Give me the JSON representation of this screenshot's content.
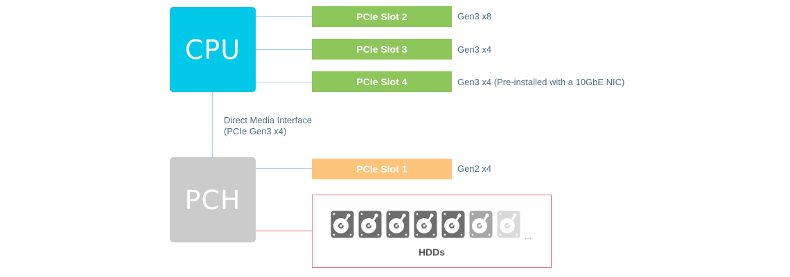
{
  "cpu": {
    "label": "CPU",
    "color": "#00c8e9"
  },
  "pch": {
    "label": "PCH",
    "color": "#cbcbcb"
  },
  "dmi": {
    "line1": "Direct Media Interface",
    "line2": "(PCIe Gen3 x4)"
  },
  "slots": [
    {
      "label": "PCIe Slot 2",
      "spec": "Gen3 x8",
      "color": "#8dc65b"
    },
    {
      "label": "PCIe Slot 3",
      "spec": "Gen3 x4",
      "color": "#8dc65b"
    },
    {
      "label": "PCIe Slot 4",
      "spec": "Gen3 x4 (Pre-installed with a 10GbE NIC)",
      "color": "#8dc65b"
    },
    {
      "label": "PCIe Slot 1",
      "spec": "Gen2 x4",
      "color": "#ffc47b"
    }
  ],
  "hdds": {
    "label": "HDDs",
    "ellipsis": "...",
    "count": 7,
    "colors": [
      "#6e6e6e",
      "#6e6e6e",
      "#6e6e6e",
      "#6e6e6e",
      "#6e6e6e",
      "#a6a6a6",
      "#d9d9d9"
    ],
    "icon": "hard-drive-icon"
  },
  "colors": {
    "connector": "#a9cfe3",
    "hdd_border": "#e8646c"
  }
}
